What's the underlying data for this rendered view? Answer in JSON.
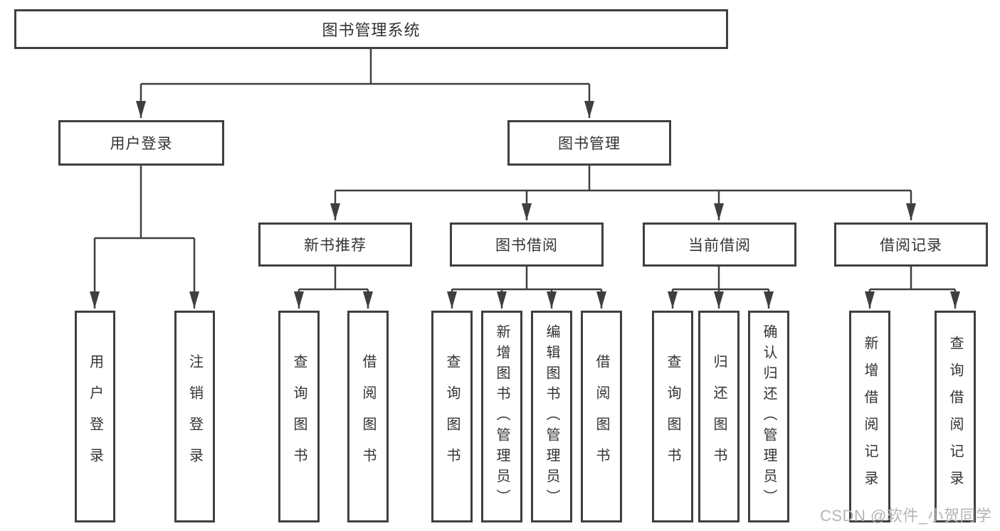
{
  "tree": {
    "root": {
      "label": "图书管理系统"
    },
    "level2": [
      {
        "label": "用户登录",
        "children": [
          {
            "label": "用户登录"
          },
          {
            "label": "注销登录"
          }
        ]
      },
      {
        "label": "图书管理",
        "sections": [
          {
            "label": "新书推荐",
            "children": [
              {
                "label": "查询图书"
              },
              {
                "label": "借阅图书"
              }
            ]
          },
          {
            "label": "图书借阅",
            "children": [
              {
                "label": "查询图书"
              },
              {
                "label": "新增图书（管理员）"
              },
              {
                "label": "编辑图书（管理员）"
              },
              {
                "label": "借阅图书"
              }
            ]
          },
          {
            "label": "当前借阅",
            "children": [
              {
                "label": "查询图书"
              },
              {
                "label": "归还图书"
              },
              {
                "label": "确认归还（管理员）"
              }
            ]
          },
          {
            "label": "借阅记录",
            "children": [
              {
                "label": "新增借阅记录"
              },
              {
                "label": "查询借阅记录"
              }
            ]
          }
        ]
      }
    ]
  },
  "watermark": {
    "text": "CSDN @软件_小贺同学",
    "color": "#b5b5b5"
  },
  "colors": {
    "line": "#404040",
    "box_border": "#3f3f3f",
    "text": "#333333",
    "background": "#ffffff"
  }
}
